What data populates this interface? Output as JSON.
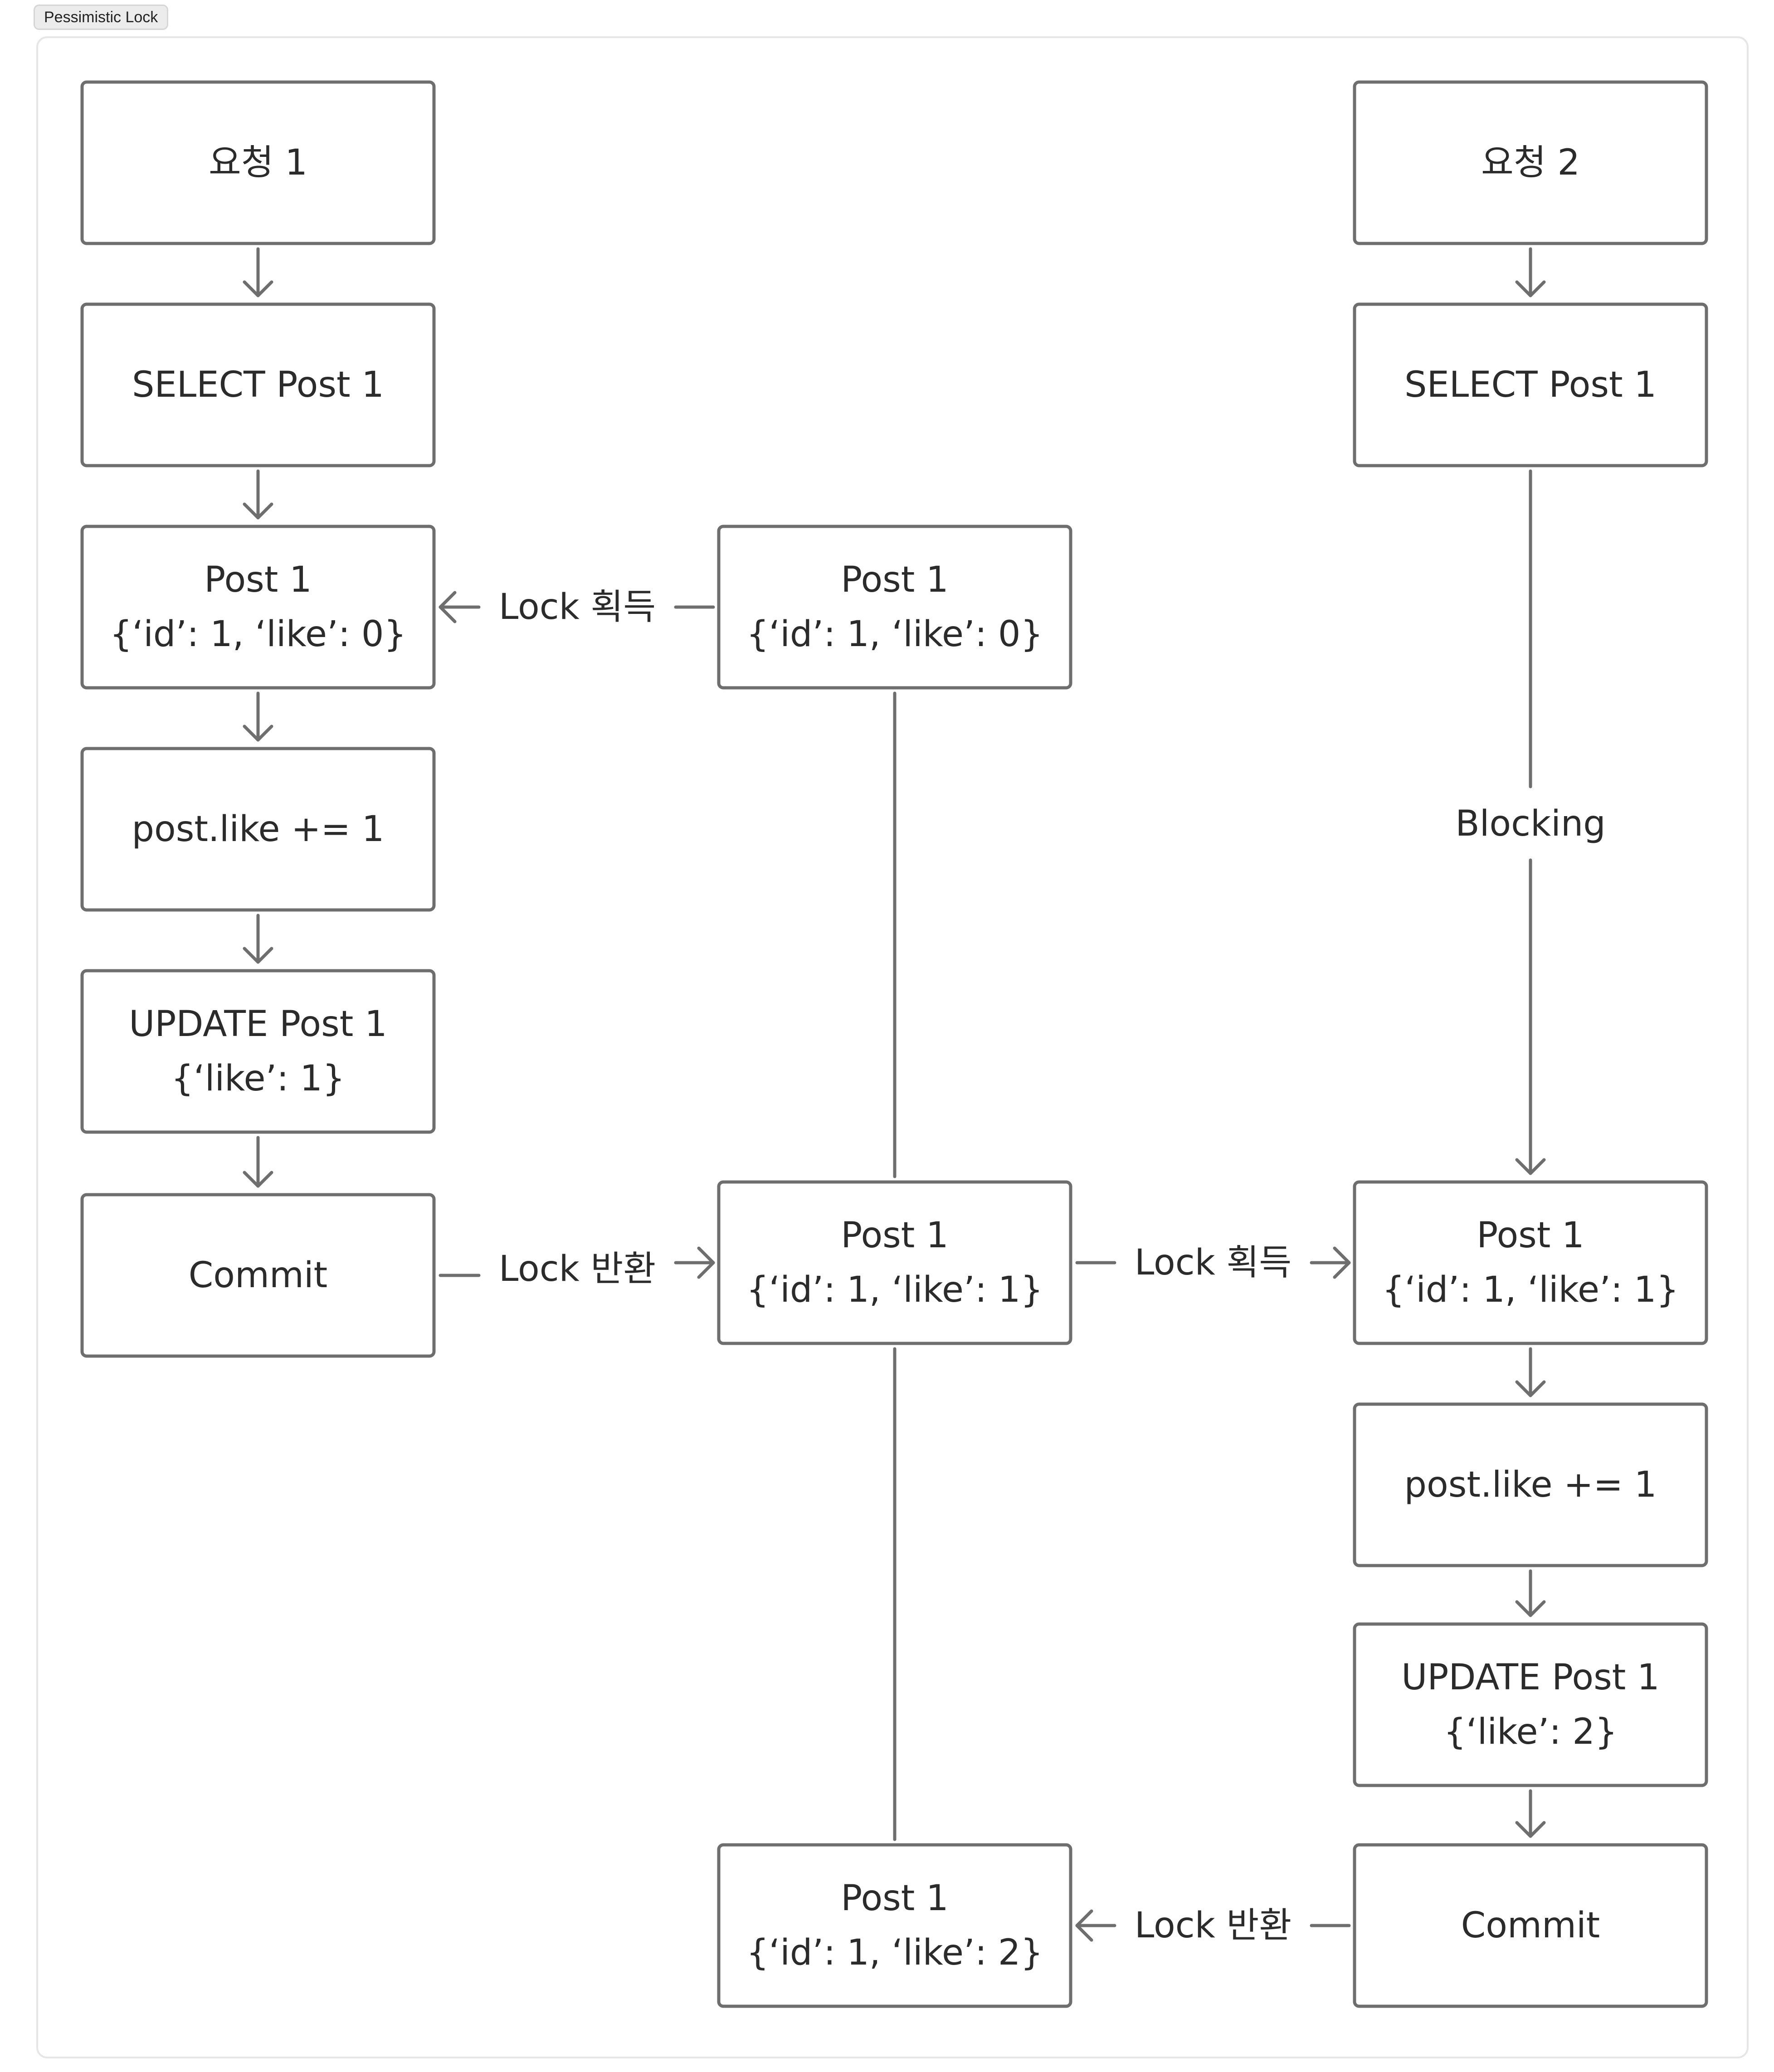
{
  "tag": {
    "label": "Pessimistic Lock"
  },
  "diagram": {
    "request1": {
      "title": "요청 1",
      "select": "SELECT Post 1",
      "read_title": "Post 1",
      "read_value": "{‘id’: 1, ‘like’: 0}",
      "increment": "post.like += 1",
      "update_title": "UPDATE Post 1",
      "update_value": "{‘like’: 1}",
      "commit": "Commit"
    },
    "database": {
      "initial_title": "Post 1",
      "initial_value": "{‘id’: 1, ‘like’: 0}",
      "after_first_title": "Post 1",
      "after_first_value": "{‘id’: 1, ‘like’: 1}",
      "final_title": "Post 1",
      "final_value": "{‘id’: 1, ‘like’: 2}"
    },
    "request2": {
      "title": "요청 2",
      "select": "SELECT Post 1",
      "blocking": "Blocking",
      "read_title": "Post 1",
      "read_value": "{‘id’: 1, ‘like’: 1}",
      "increment": "post.like += 1",
      "update_title": "UPDATE Post 1",
      "update_value": "{‘like’: 2}",
      "commit": "Commit"
    },
    "edges": {
      "lock_acquire_1": "Lock 획득",
      "lock_release_1": "Lock 반환",
      "lock_acquire_2": "Lock 획득",
      "lock_release_2": "Lock 반환"
    }
  }
}
